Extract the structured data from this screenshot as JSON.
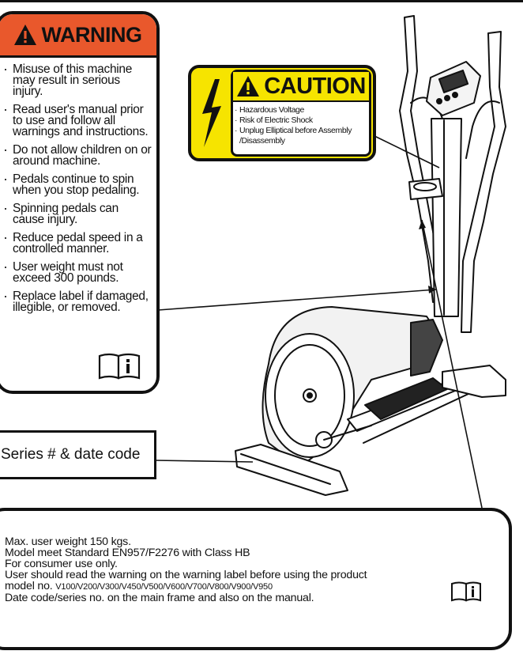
{
  "warning": {
    "title": "WARNING",
    "items": [
      "Misuse of this machine may result in serious injury.",
      "Read user's manual prior to use and follow all warnings and instructions.",
      "Do not allow children on or around machine.",
      "Pedals continue to spin when you stop pedaling.",
      "Spinning pedals can cause injury.",
      "Reduce pedal speed in a controlled manner.",
      "User weight must not exceed 300 pounds.",
      "Replace label if damaged, illegible, or removed."
    ]
  },
  "caution": {
    "title": "CAUTION",
    "items": [
      "Hazardous Voltage",
      "Risk of Electric Shock",
      "Unplug Elliptical before Assembly",
      "/Disassembly"
    ]
  },
  "series_label": "Series # & date code",
  "info": {
    "line1": "Max. user weight 150 kgs.",
    "line2": "Model meet Standard EN957/F2276 with Class HB",
    "line3": "For consumer use only.",
    "line4": "User should read the warning on the warning label before using the product",
    "model_label": "model no.",
    "model_values": "V100/V200/V300/V450/V500/V600/V700/V800/V900/V950",
    "line6": "Date code/series no. on the main frame and also on the manual."
  },
  "colors": {
    "warning_header": "#e9582c",
    "caution_yellow": "#f6e400",
    "outline": "#111111"
  },
  "icons": [
    "warning-triangle-icon",
    "lightning-bolt-icon",
    "user-manual-info-icon"
  ]
}
